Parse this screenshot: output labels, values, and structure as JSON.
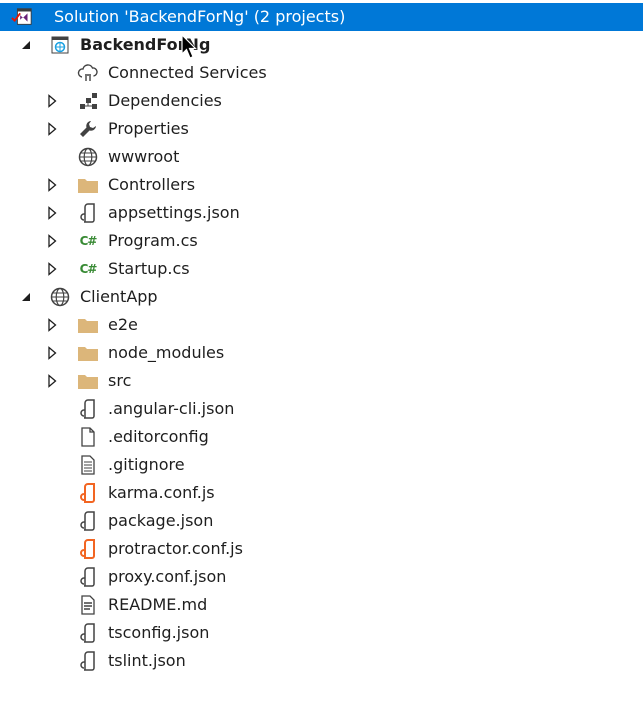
{
  "solution": {
    "label": "Solution 'BackendForNg' (2 projects)",
    "icon": "visual-studio-solution-icon",
    "selected": true
  },
  "items": [
    {
      "label": "BackendForNg",
      "icon": "web-project-icon",
      "expander": "expanded",
      "bold": true
    },
    {
      "label": "Connected Services",
      "icon": "connected-services-icon",
      "expander": "none"
    },
    {
      "label": "Dependencies",
      "icon": "dependencies-icon",
      "expander": "collapsed"
    },
    {
      "label": "Properties",
      "icon": "wrench-icon",
      "expander": "collapsed"
    },
    {
      "label": "wwwroot",
      "icon": "globe-icon",
      "expander": "none"
    },
    {
      "label": "Controllers",
      "icon": "folder-icon",
      "expander": "collapsed"
    },
    {
      "label": "appsettings.json",
      "icon": "json-file-icon",
      "expander": "collapsed"
    },
    {
      "label": "Program.cs",
      "icon": "csharp-file-icon",
      "expander": "collapsed"
    },
    {
      "label": "Startup.cs",
      "icon": "csharp-file-icon",
      "expander": "collapsed"
    },
    {
      "label": "ClientApp",
      "icon": "globe-icon",
      "expander": "expanded"
    },
    {
      "label": "e2e",
      "icon": "folder-icon",
      "expander": "collapsed"
    },
    {
      "label": "node_modules",
      "icon": "folder-icon",
      "expander": "collapsed"
    },
    {
      "label": "src",
      "icon": "folder-icon",
      "expander": "collapsed"
    },
    {
      "label": ".angular-cli.json",
      "icon": "json-file-icon",
      "expander": "none"
    },
    {
      "label": ".editorconfig",
      "icon": "blank-file-icon",
      "expander": "none"
    },
    {
      "label": ".gitignore",
      "icon": "text-file-icon",
      "expander": "none"
    },
    {
      "label": "karma.conf.js",
      "icon": "js-file-icon",
      "expander": "none"
    },
    {
      "label": "package.json",
      "icon": "json-file-icon",
      "expander": "none"
    },
    {
      "label": "protractor.conf.js",
      "icon": "js-file-icon",
      "expander": "none"
    },
    {
      "label": "proxy.conf.json",
      "icon": "json-file-icon",
      "expander": "none"
    },
    {
      "label": "README.md",
      "icon": "markdown-file-icon",
      "expander": "none"
    },
    {
      "label": "tsconfig.json",
      "icon": "json-file-icon",
      "expander": "none"
    },
    {
      "label": "tslint.json",
      "icon": "json-file-icon",
      "expander": "none"
    }
  ],
  "colors": {
    "selection": "#0078d7",
    "folder": "#dcb67a",
    "json_icon": "#424242",
    "js_icon": "#f26522",
    "csharp_icon": "#388a34",
    "web_project_icon": "#1ba1e2"
  }
}
